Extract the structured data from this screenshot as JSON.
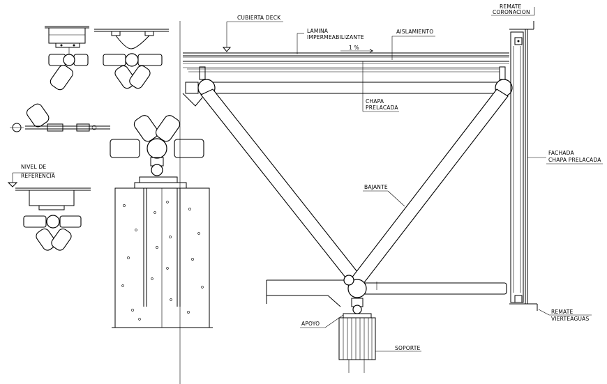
{
  "labels": {
    "cubierta_deck": "CUBIERTA DECK",
    "lamina_1": "LAMINA",
    "lamina_2": "IMPERMEABILIZANTE",
    "aislamiento": "AISLAMIENTO",
    "remate_coronacion_1": "REMATE",
    "remate_coronacion_2": "CORONACION",
    "slope": "1 %",
    "chapa_prelacada_1": "CHAPA",
    "chapa_prelacada_2": "PRELACADA",
    "fachada_1": "FACHADA",
    "fachada_2": "CHAPA PRELACADA",
    "bajante": "BAJANTE",
    "nivel_1": "NIVEL DE",
    "nivel_2": "REFERENCIA",
    "remate_vierteaguas_1": "REMATE",
    "remate_vierteaguas_2": "VIERTEAGUAS",
    "apoyo": "APOYO",
    "soporte": "SOPORTE"
  },
  "colors": {
    "line": "#000000",
    "background": "#ffffff"
  }
}
